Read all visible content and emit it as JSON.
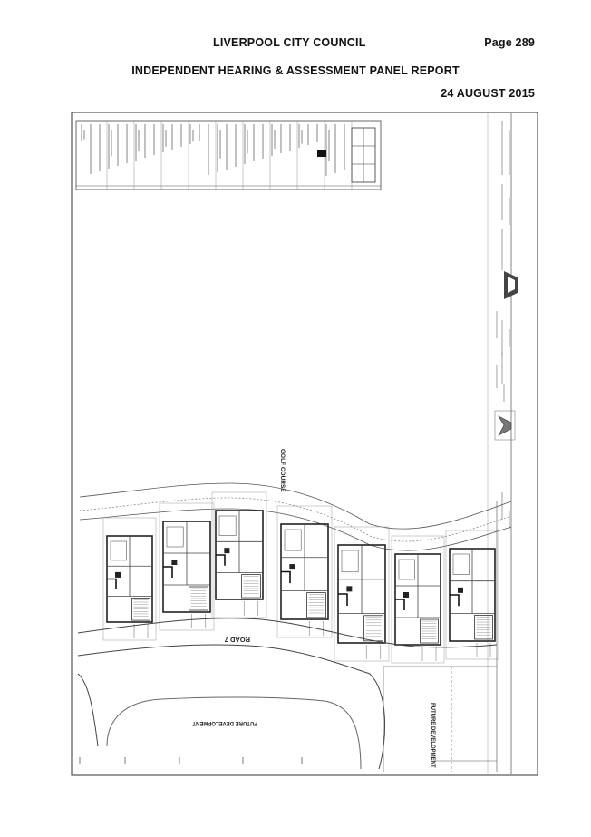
{
  "header": {
    "council": "LIVERPOOL CITY COUNCIL",
    "page": "Page 289",
    "report_title": "INDEPENDENT HEARING & ASSESSMENT PANEL REPORT",
    "date": "24 AUGUST 2015"
  },
  "plan": {
    "labels": {
      "golf_course": "GOLF COURSE",
      "road": "ROAD 7",
      "future_dev_left": "FUTURE DEVELOPMENT",
      "future_dev_right": "FUTURE DEVELOPMENT"
    }
  }
}
